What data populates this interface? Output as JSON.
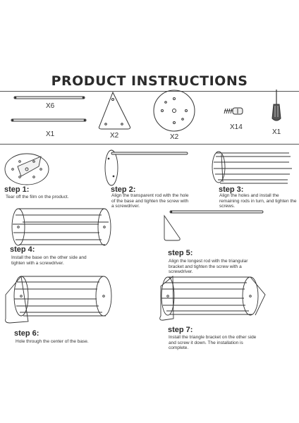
{
  "title": "PRODUCT INSTRUCTIONS",
  "parts": [
    {
      "name": "long-rod",
      "qty": "X6"
    },
    {
      "name": "short-rod",
      "qty": "X1"
    },
    {
      "name": "triangle-bracket",
      "qty": "X2"
    },
    {
      "name": "round-base",
      "qty": "X2"
    },
    {
      "name": "screw",
      "qty": "X14"
    },
    {
      "name": "screwdriver",
      "qty": "X1"
    }
  ],
  "steps": [
    {
      "title": "step 1:",
      "text": "Tear off the film on the product."
    },
    {
      "title": "step 2:",
      "text": "Align the transparent rod with the hole of the base and tighten the screw with a screwdriver."
    },
    {
      "title": "step 3:",
      "text": "Align the holes and install the remaining rods in turn, and tighten the screws."
    },
    {
      "title": "step 4:",
      "text": "Install the base on the other side and tighten with a screwdriver."
    },
    {
      "title": "step 5:",
      "text": "Align the longest rod with the triangular bracket and tighten the screw with a screwdriver."
    },
    {
      "title": "step 6:",
      "text": "Hole through the center of the base."
    },
    {
      "title": "step 7:",
      "text": "Install the triangle bracket on the other side and screw it down. The installation is complete."
    }
  ]
}
